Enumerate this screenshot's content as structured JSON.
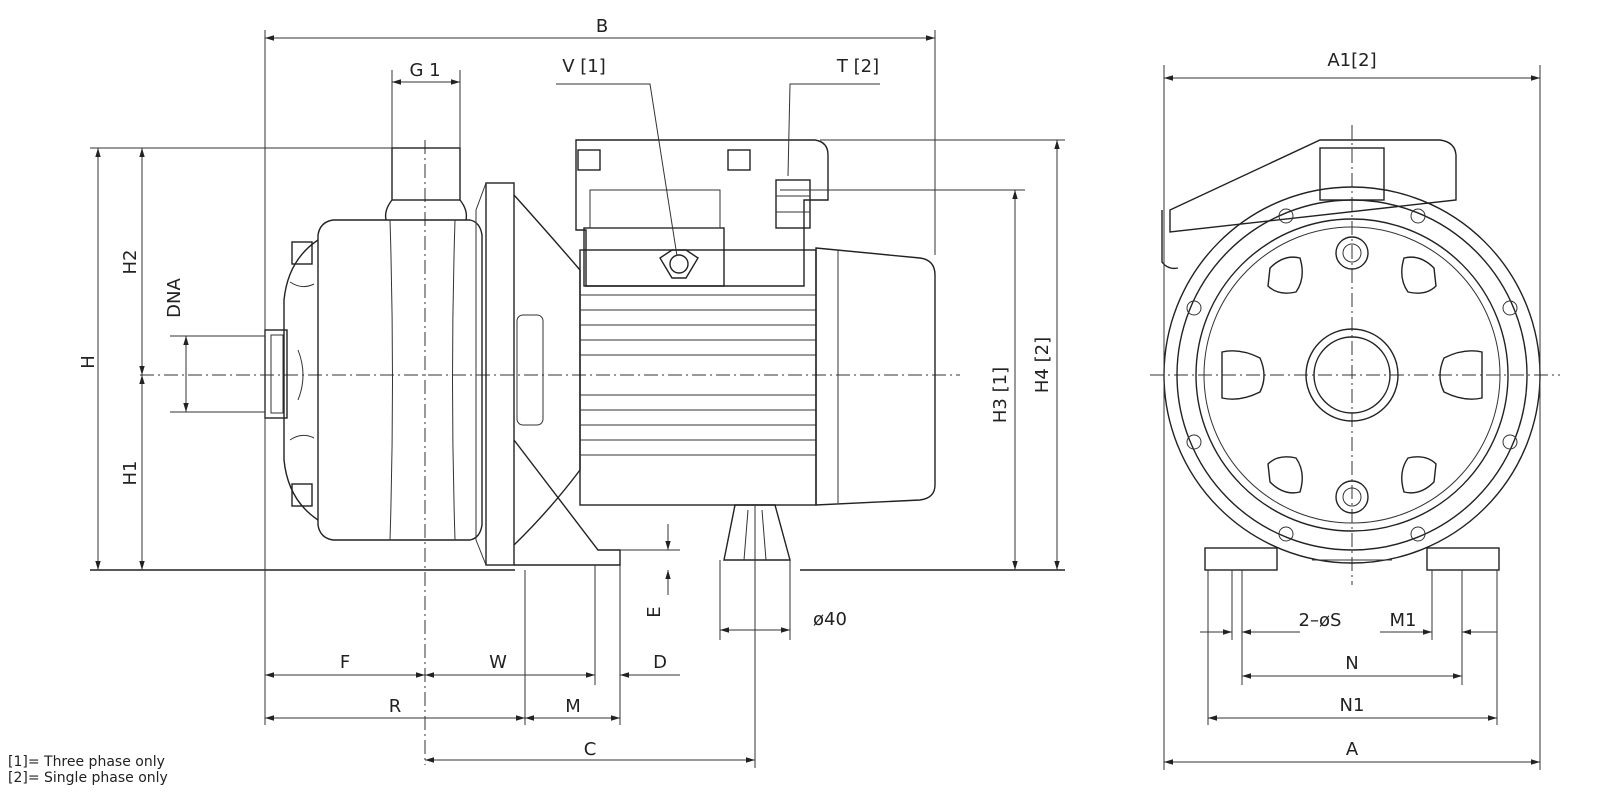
{
  "dims": {
    "B": "B",
    "G1": "G 1",
    "V": "V [1]",
    "T": "T [2]",
    "A1": "A1[2]",
    "H": "H",
    "H2": "H2",
    "DNA": "DNA",
    "H1": "H1",
    "H3": "H3 [1]",
    "H4": "H4 [2]",
    "E": "E",
    "dia40": "ø40",
    "F": "F",
    "W": "W",
    "D": "D",
    "R": "R",
    "M": "M",
    "C": "C",
    "S2": "2–øS",
    "M1": "M1",
    "N": "N",
    "N1": "N1",
    "A": "A"
  },
  "notes": {
    "three_phase": "[1]= Three phase only",
    "single_phase": "[2]= Single phase only"
  }
}
